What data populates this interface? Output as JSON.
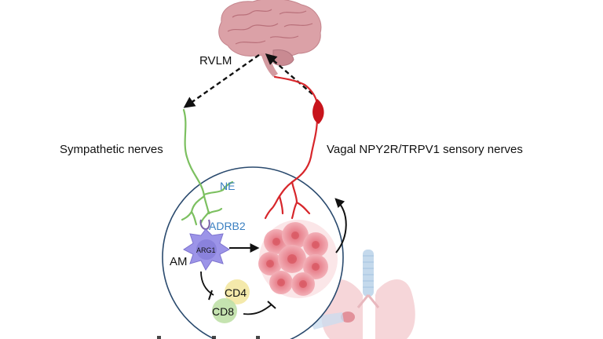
{
  "labels": {
    "rvlm": "RVLM",
    "sympathetic": "Sympathetic nerves",
    "vagal": "Vagal NPY2R/TRPV1 sensory nerves",
    "ne": "NE",
    "adrb2": "ADRB2",
    "am": "AM",
    "arg1": "ARG1",
    "cd4": "CD4",
    "cd8": "CD8"
  },
  "colors": {
    "sympathetic_nerve": "#7cc060",
    "vagal_nerve": "#d7262b",
    "neuron_body": "#c8141c",
    "brain": "#dba1a7",
    "blue_label": "#3a7fc1",
    "macrophage": "#9c94e8",
    "tumor": "#e9838d",
    "cd4_cell": "#f3e7a2",
    "cd8_cell": "#bfe0a7",
    "lung": "#f6d6d9",
    "trachea": "#c4d9ec",
    "circle_border": "#2a4a6e"
  },
  "icons": [
    "brain-icon",
    "sensory-neuron-icon",
    "macrophage-icon",
    "tumor-icon",
    "lung-icon"
  ]
}
